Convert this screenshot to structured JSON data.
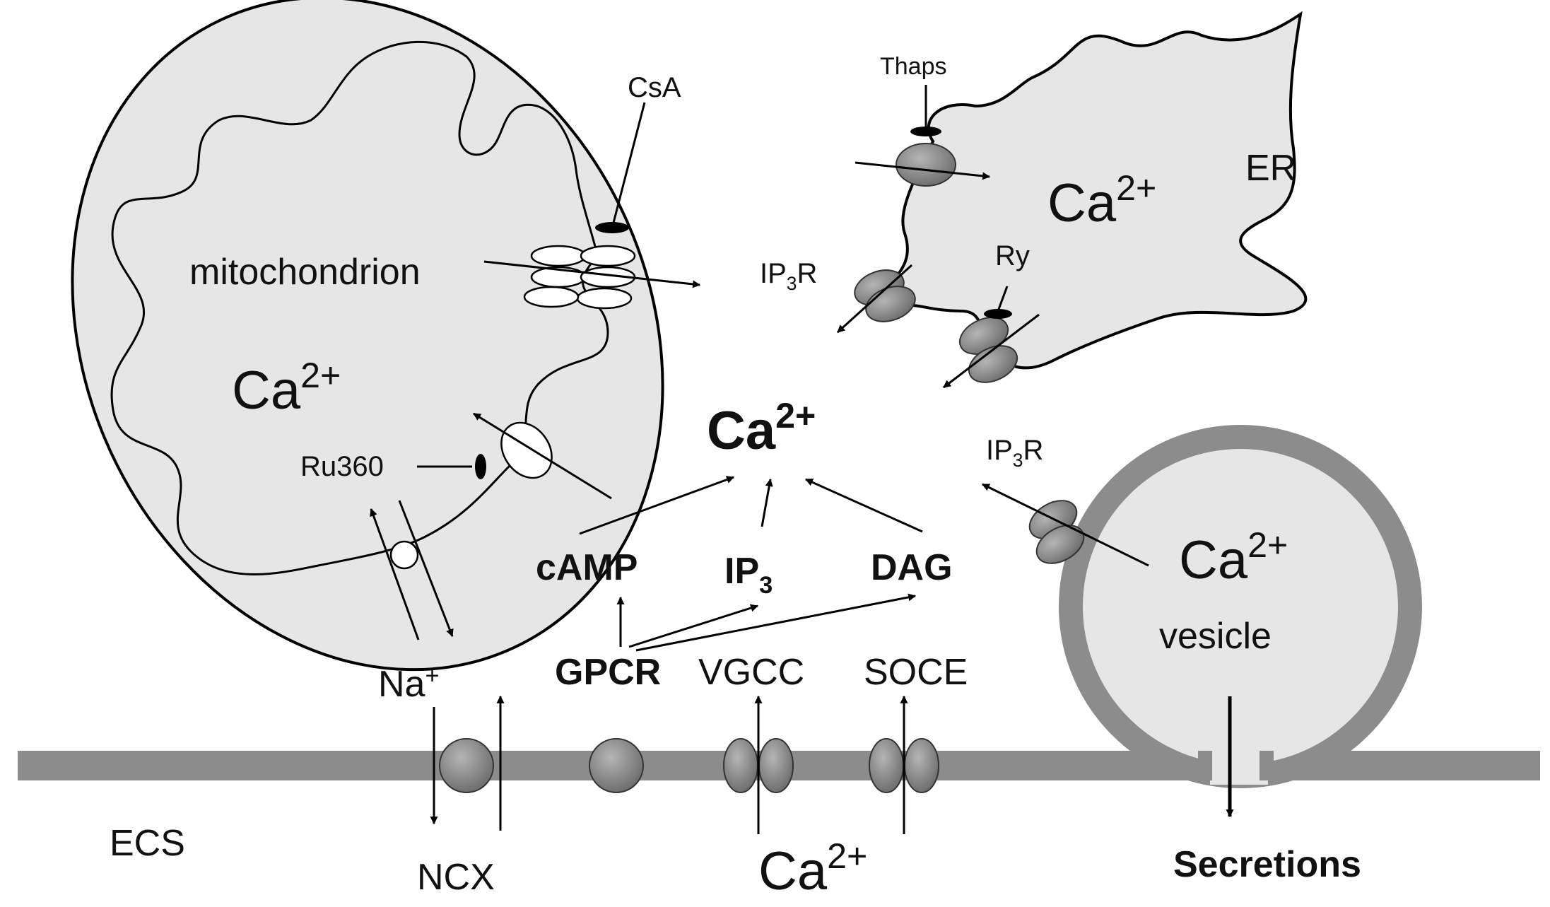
{
  "compartments": {
    "mitochondrion": {
      "label": "mitochondrion",
      "ion": "Ca",
      "charge": "2+"
    },
    "er": {
      "label": "ER",
      "ion": "Ca",
      "charge": "2+"
    },
    "vesicle": {
      "label": "vesicle",
      "ion": "Ca",
      "charge": "2+"
    },
    "cytosol": {
      "ion": "Ca",
      "charge": "2+"
    },
    "ecs": {
      "label": "ECS",
      "ion": "Ca",
      "charge": "2+"
    }
  },
  "inhibitors": {
    "csa": "CsA",
    "thaps": "Thaps",
    "ry": "Ry",
    "ru360": "Ru360"
  },
  "receptors": {
    "ip3r_er": {
      "base": "IP",
      "sub": "3",
      "tail": "R"
    },
    "ip3r_vesicle": {
      "base": "IP",
      "sub": "3",
      "tail": "R"
    }
  },
  "messengers": {
    "camp": "cAMP",
    "ip3": {
      "base": "IP",
      "sub": "3"
    },
    "dag": "DAG"
  },
  "membrane": {
    "na": {
      "base": "Na",
      "sup": "+"
    },
    "ncx": "NCX",
    "gpcr": "GPCR",
    "vgcc": "VGCC",
    "soce": "SOCE",
    "secretions": "Secretions"
  },
  "colors": {
    "membrane": "#8c8c8c",
    "compartment_fill": "#e6e6e6",
    "channel": "#8a8a8a",
    "transporter_white": "#ffffff"
  }
}
